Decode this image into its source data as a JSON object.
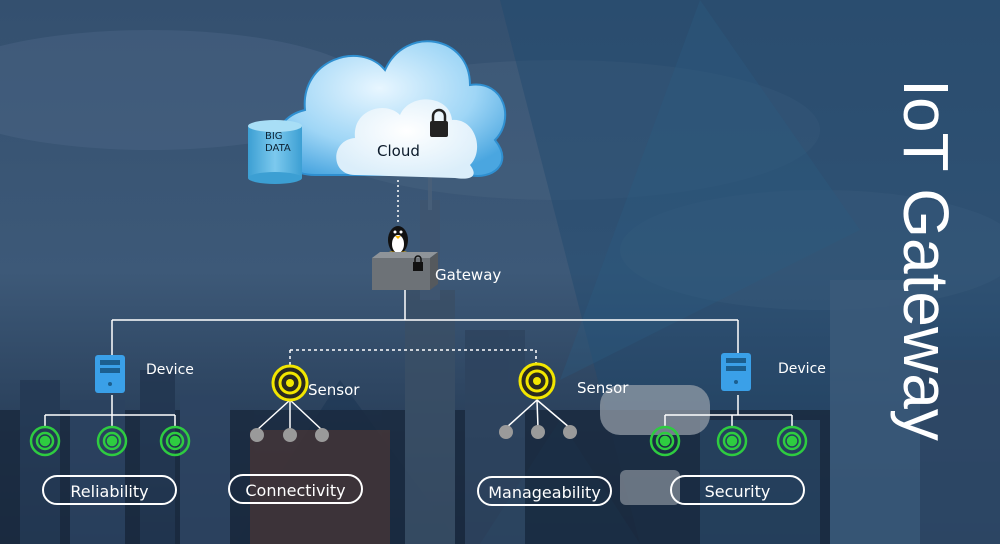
{
  "title": "IoT Gateway",
  "cloud": {
    "label": "Cloud",
    "big_data": "BIG\nDATA",
    "big_data_l1": "BIG",
    "big_data_l2": "DATA"
  },
  "gateway": {
    "label": "Gateway"
  },
  "nodes": {
    "device_left": "Device",
    "sensor_left": "Sensor",
    "sensor_right": "Sensor",
    "device_right": "Device"
  },
  "features": [
    "Reliability",
    "Connectivity",
    "Manageability",
    "Security"
  ],
  "colors": {
    "cloud": "#5fb6ea",
    "sensor": "#f2e600",
    "node": "#2ecc40",
    "device": "#3aa0e8"
  },
  "icons": [
    "cloud-icon",
    "lock-icon",
    "database-icon",
    "linux-penguin-icon",
    "gateway-box-icon",
    "device-tower-icon",
    "sensor-icon",
    "node-icon"
  ]
}
